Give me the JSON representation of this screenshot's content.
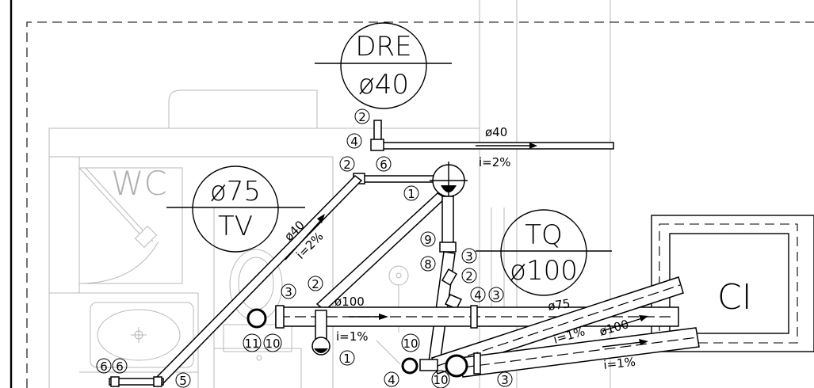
{
  "circle_labels": {
    "dre_top": "DRE",
    "dre_bottom": "ø40",
    "tv_top": "ø75",
    "tv_bottom": "TV",
    "tq_top": "TQ",
    "tq_bottom": "ø100"
  },
  "room_labels": {
    "wc": "WC",
    "ci": "CI"
  },
  "pipe_labels": {
    "d40_top": "ø40",
    "slope_top": "i=2%",
    "d40_diag": "ø40",
    "slope_diag": "i=2%",
    "d100_mid": "ø100",
    "slope_mid": "i=1%",
    "d75_right": "ø75",
    "slope_right1": "i=1%",
    "d100_right": "ø100",
    "slope_right2": "i=1%"
  },
  "markers": {
    "m_2a": "2",
    "m_4a": "4",
    "m_6a": "6",
    "m_2b": "2",
    "m_1a": "1",
    "m_9": "9",
    "m_8": "8",
    "m_3a": "3",
    "m_2c": "2",
    "m_4b": "4",
    "m_3b": "3",
    "m_3c": "3",
    "m_2d": "2",
    "m_1b": "1",
    "m_11": "11",
    "m_10a": "10",
    "m_10b": "10",
    "m_4c": "4",
    "m_10c": "10",
    "m_3d": "3",
    "m_6b": "6",
    "m_6c": "6",
    "m_5": "5"
  },
  "colors": {
    "line": "#000000",
    "wall": "#b8b8b8",
    "background": "#ffffff"
  }
}
